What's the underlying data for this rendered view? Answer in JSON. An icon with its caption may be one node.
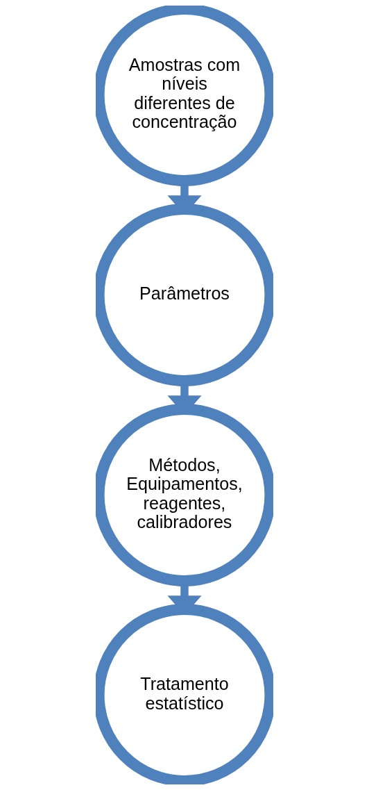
{
  "diagram": {
    "nodes": [
      {
        "text": [
          "Amostras com níveis diferentes de concentração"
        ]
      },
      {
        "text": [
          "Parâmetros"
        ]
      },
      {
        "text": [
          "Métodos, Equipamentos, reagentes, calibradores"
        ]
      },
      {
        "text": [
          "Tratamento estatístico"
        ]
      }
    ],
    "edges": [
      {
        "from": 0,
        "to": 1,
        "arrow": "to"
      },
      {
        "from": 1,
        "to": 2,
        "arrow": "to"
      },
      {
        "from": 2,
        "to": 3,
        "arrow": "to"
      }
    ]
  }
}
